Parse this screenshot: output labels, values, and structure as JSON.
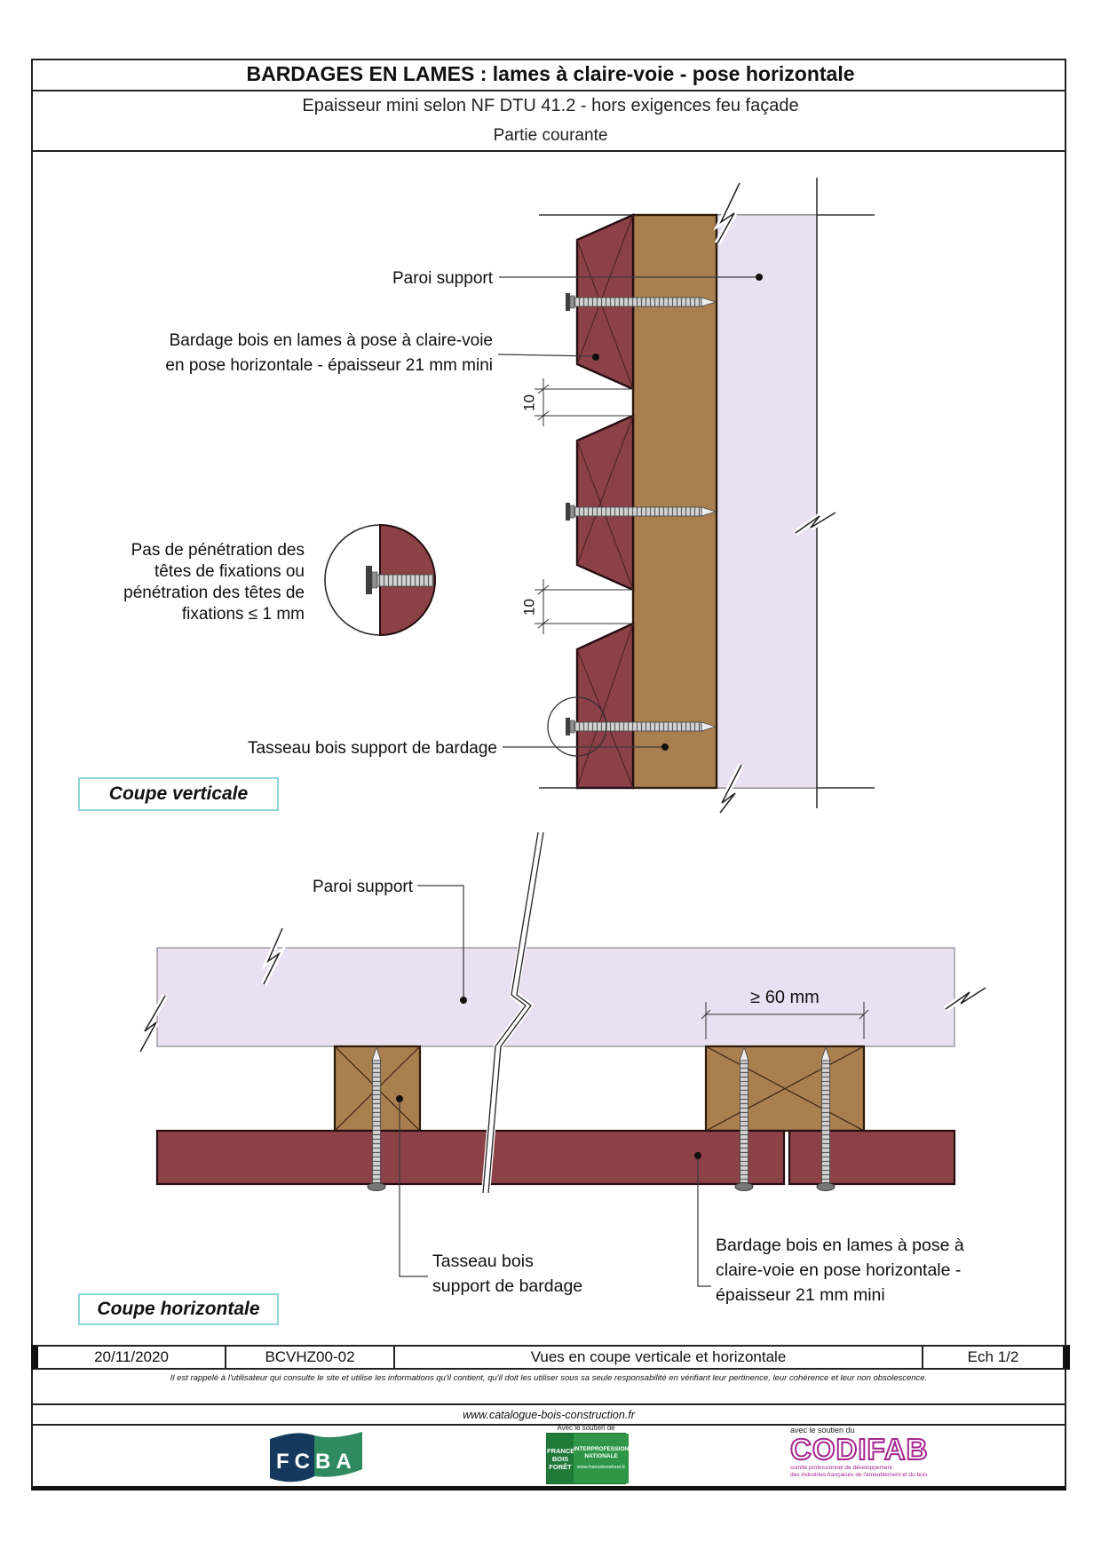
{
  "header": {
    "title": "BARDAGES EN LAMES : lames à claire-voie - pose horizontale",
    "subtitle": "Epaisseur mini selon NF DTU 41.2 - hors exigences feu façade",
    "subtitle2": "Partie courante"
  },
  "vertical_section": {
    "section_label": "Coupe verticale",
    "paroi_support_label": "Paroi support",
    "bardage_label": [
      "Bardage bois en lames à pose à claire-voie",
      "en pose horizontale - épaisseur 21 mm mini"
    ],
    "note_label": [
      "Pas de pénétration des",
      "têtes de fixations ou",
      "pénétration des têtes de",
      "fixations ≤ 1 mm"
    ],
    "tasseau_label": "Tasseau bois support de bardage",
    "gap_dimension": "10",
    "gap_dimension2": "10"
  },
  "horizontal_section": {
    "section_label": "Coupe horizontale",
    "paroi_support_label": "Paroi support",
    "batten_width_dimension": "≥ 60 mm",
    "tasseau_label": [
      "Tasseau bois",
      "support de bardage"
    ],
    "bardage_label": [
      "Bardage bois en lames à pose à",
      "claire-voie en pose horizontale -",
      "épaisseur 21 mm mini"
    ]
  },
  "footer": {
    "date": "20/11/2020",
    "reference": "BCVHZ00-02",
    "description": "Vues en coupe verticale et horizontale",
    "scale": "Ech 1/2",
    "disclaimer": "Il est rappelé à l'utilisateur qui consulte le site et utilise les informations qu'il contient, qu'il doit les utiliser sous sa seule responsabilité en vérifiant leur pertinence, leur cohérence et leur non obsolescence.",
    "website": "www.catalogue-bois-construction.fr",
    "logos": {
      "fcba": "FCBA",
      "fbf_support": "Avec le soutien de",
      "fbf_name": [
        "FRANCE",
        "BOIS",
        "FORÊT"
      ],
      "fbf_inter": [
        "INTERPROFESSION",
        "NATIONALE"
      ],
      "fbf_site": "www.franceboisforet.fr",
      "codifab_support": "avec le soutien du",
      "codifab": "CODIFAB",
      "codifab_tagline": [
        "comité professionnel de développement",
        "des industries françaises de l'ameublement et du bois"
      ]
    }
  },
  "colors": {
    "board_maroon": "#8C4146",
    "batten_brown": "#A97F50",
    "wall_lavender": "#E9E0F2",
    "accent_cyan": "#8FD6DC",
    "fcba_navy": "#14395C",
    "fcba_green": "#2F8A60",
    "fbf_green": "#2E9646",
    "codifab_magenta": "#A4258E"
  }
}
